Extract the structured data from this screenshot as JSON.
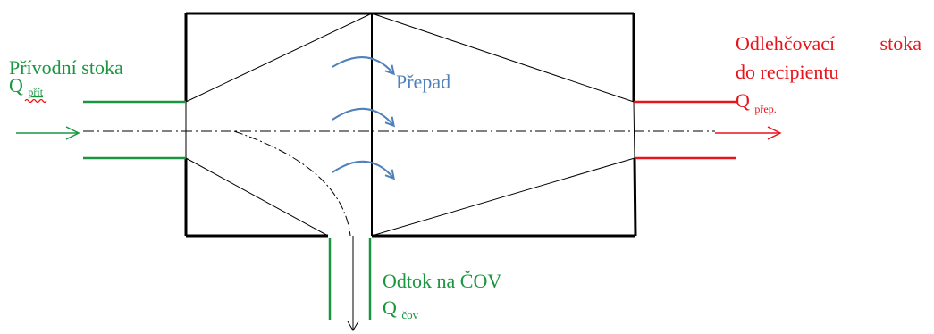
{
  "colors": {
    "inflow": "#1a9641",
    "overflow": "#e8141c",
    "weir": "#4f81bd",
    "structure": "#000000",
    "spellcheck": "#ff0000"
  },
  "labels": {
    "inflow": {
      "title": "Přívodní stoka",
      "flow_symbol": "Q",
      "flow_subscript": "přít"
    },
    "overflow": {
      "title_word1": "Odlehčovací",
      "title_word2": "stoka",
      "title_line2": "do recipientu",
      "flow_symbol": "Q",
      "flow_subscript": "přep."
    },
    "outflow": {
      "title": "Odtok na ČOV",
      "flow_symbol": "Q",
      "flow_subscript": "čov"
    },
    "weir": {
      "title": "Přepad"
    }
  },
  "icons": {
    "inflow_arrow": "right-arrow-icon",
    "overflow_arrow": "right-arrow-icon",
    "outflow_arrow": "down-arrow-icon",
    "weir_flow_arrows": "curved-arrow-icon"
  }
}
